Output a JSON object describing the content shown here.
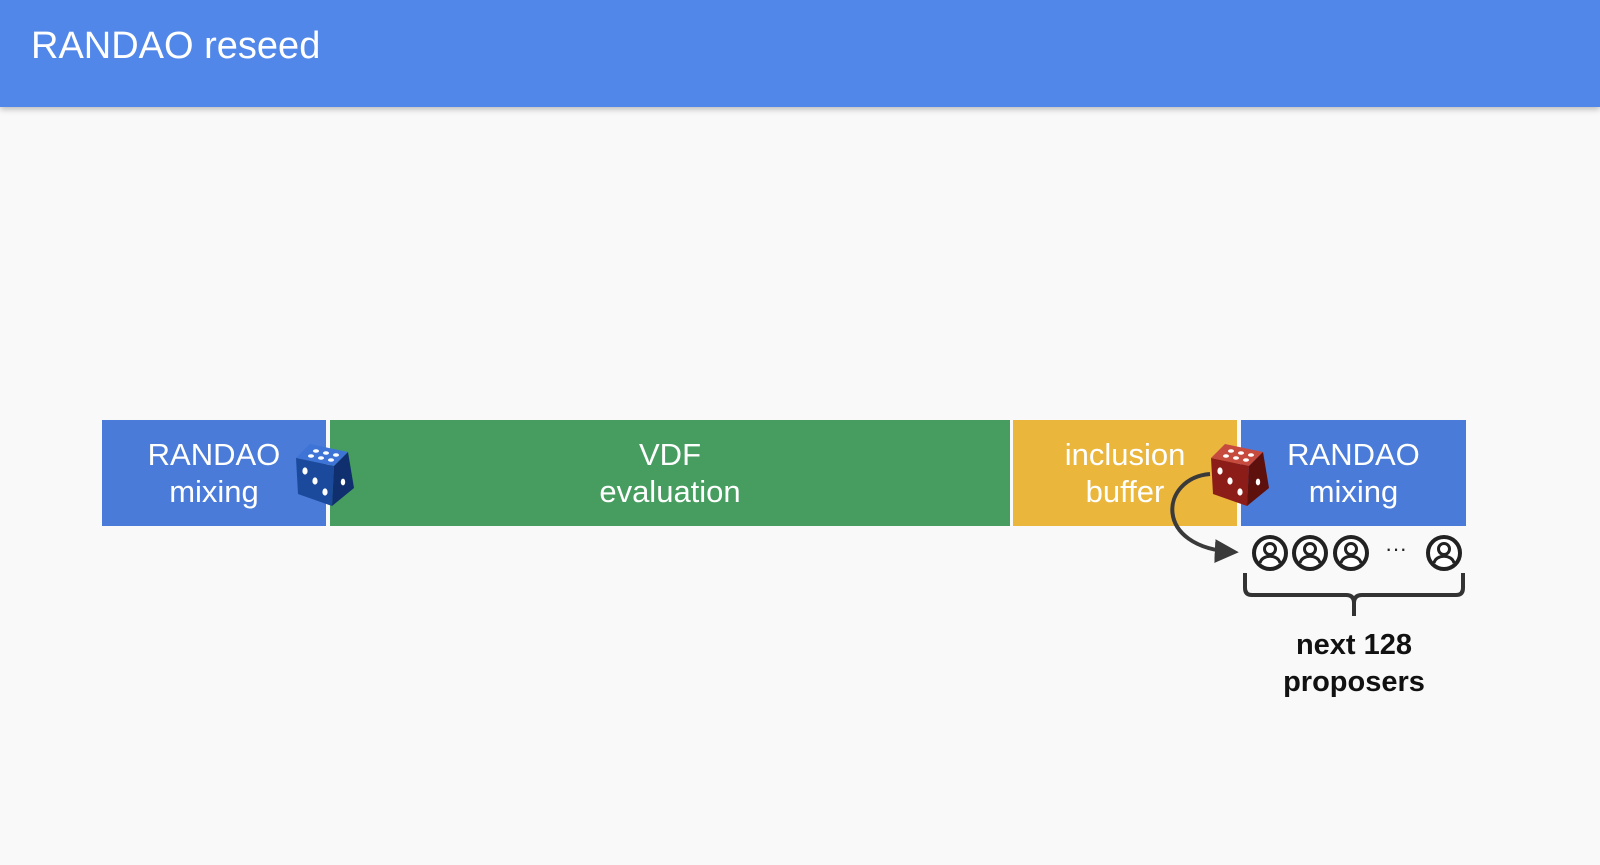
{
  "slide": {
    "title": "RANDAO reseed"
  },
  "timeline": {
    "segments": [
      {
        "line1": "RANDAO",
        "line2": "mixing",
        "color": "#4a7bd8"
      },
      {
        "line1": "VDF",
        "line2": "evaluation",
        "color": "#479d5f"
      },
      {
        "line1": "inclusion",
        "line2": "buffer",
        "color": "#eab63c"
      },
      {
        "line1": "RANDAO",
        "line2": "mixing",
        "color": "#4a7bd8"
      }
    ]
  },
  "dice": {
    "first": {
      "icon": "blue-die-icon",
      "color": "#1b4a9c"
    },
    "second": {
      "icon": "red-die-icon",
      "color": "#8c1c17"
    }
  },
  "proposers": {
    "icon": "user-icon",
    "ellipsis": "···",
    "label_line1": "next 128",
    "label_line2": "proposers"
  }
}
